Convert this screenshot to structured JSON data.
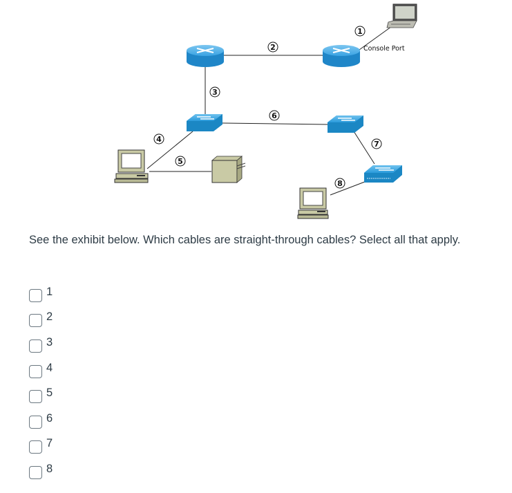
{
  "exhibit": {
    "cable_numbers": [
      "1",
      "2",
      "3",
      "4",
      "5",
      "6",
      "7",
      "8"
    ],
    "console_label": "Console Port",
    "colors": {
      "router": "#2f9fe0",
      "switch": "#1e9ad6",
      "computer": "#c9caa5",
      "line": "#000000"
    }
  },
  "question": {
    "text": "See the exhibit below. Which cables are straight-through cables? Select all that apply."
  },
  "options": [
    {
      "label": "1",
      "checked": false
    },
    {
      "label": "2",
      "checked": false
    },
    {
      "label": "3",
      "checked": false
    },
    {
      "label": "4",
      "checked": false
    },
    {
      "label": "5",
      "checked": false
    },
    {
      "label": "6",
      "checked": false
    },
    {
      "label": "7",
      "checked": false
    },
    {
      "label": "8",
      "checked": false
    }
  ]
}
